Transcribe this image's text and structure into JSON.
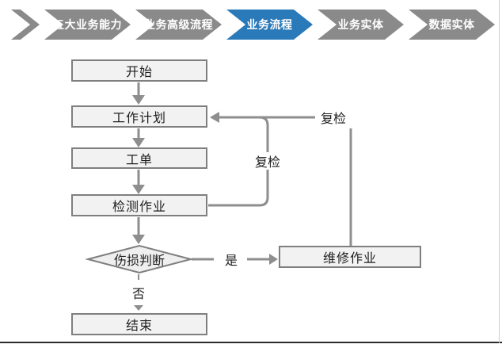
{
  "breadcrumb": {
    "items": [
      {
        "label": "五大业务能力",
        "active": false
      },
      {
        "label": "业务高级流程",
        "active": false
      },
      {
        "label": "业务流程",
        "active": true
      },
      {
        "label": "业务实体",
        "active": false
      },
      {
        "label": "数据实体",
        "active": false
      }
    ],
    "colors": {
      "active": "#2a79b8",
      "inactive": "#8a8a8a",
      "text": "#ffffff"
    }
  },
  "flowchart": {
    "nodes": {
      "start": {
        "label": "开始",
        "shape": "rect"
      },
      "plan": {
        "label": "工作计划",
        "shape": "rect"
      },
      "order": {
        "label": "工单",
        "shape": "rect"
      },
      "inspect": {
        "label": "检测作业",
        "shape": "rect"
      },
      "decision": {
        "label": "伤损判断",
        "shape": "diamond"
      },
      "repair": {
        "label": "维修作业",
        "shape": "rect"
      },
      "end": {
        "label": "结束",
        "shape": "rect"
      }
    },
    "edge_labels": {
      "recheck_inspect": "复检",
      "recheck_repair": "复检",
      "yes": "是",
      "no": "否"
    },
    "colors": {
      "line": "#8e8e8e",
      "node_border": "#7f7f7f",
      "node_fill": "#f2f2f2",
      "text": "#1f1f1f"
    }
  }
}
